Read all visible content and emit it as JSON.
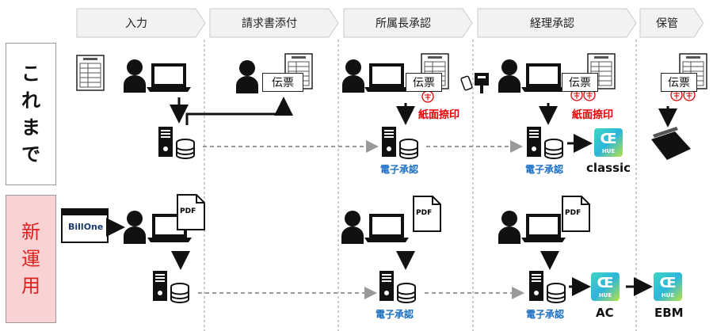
{
  "stages": [
    "入力",
    "請求書添付",
    "所属長承認",
    "経理承認",
    "保管"
  ],
  "rows": {
    "old": {
      "label_chars": [
        "こ",
        "れ",
        "ま",
        "で"
      ]
    },
    "new": {
      "label_chars": [
        "新",
        "運",
        "用"
      ]
    }
  },
  "denpyo": "伝票",
  "paper_stamp": "紙面捺印",
  "e_approval": "電子承認",
  "pdf": "PDF",
  "billone": "BillOne",
  "hue_text": "HUE",
  "hue_glyph": "Œ",
  "systems": {
    "classic": "classic",
    "ac": "AC",
    "ebm": "EBM"
  },
  "colors": {
    "chevron": "#f2f2f2",
    "old_row_bg": "#ffffff",
    "new_row_bg": "#f9d3d3",
    "new_row_text": "#e02020",
    "stamp_red": "#e00000",
    "e_approval_blue": "#1a6fc4",
    "dashed_arrow": "#999999"
  }
}
